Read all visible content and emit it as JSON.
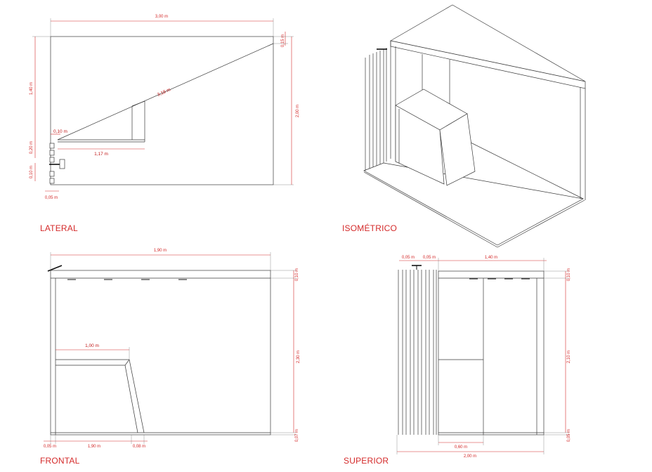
{
  "colors": {
    "line": "#3a3a3a",
    "dimension": "#d42a2a",
    "background": "#ffffff"
  },
  "views": {
    "lateral": {
      "title": "LATERAL",
      "dims": {
        "top": "3,00 m",
        "right_small": "0,15 m",
        "right_total": "2,00 m",
        "left": "1,40 m",
        "slope": "3,18 m",
        "edge": "0,10 m",
        "base": "1,17 m",
        "lower_a": "0,20 m",
        "lower_b": "0,10 m",
        "bottom": "0,05 m"
      }
    },
    "isometric": {
      "title": "ISOMÉTRICO"
    },
    "frontal": {
      "title": "FRONTAL",
      "dims": {
        "top": "1,90 m",
        "right_small": "0,10 m",
        "right_total": "2,30 m",
        "inner": "1,00 m",
        "right_bottom": "0,07 m",
        "bottom_a": "0,05 m",
        "bottom_b": "1,90 m",
        "bottom_c": "0,08 m"
      }
    },
    "superior": {
      "title": "SUPERIOR",
      "dims": {
        "top_a": "0,05 m",
        "top_b": "0,05 m",
        "top_c": "1,40 m",
        "right_small": "0,10 m",
        "right_total": "2,10 m",
        "right_bottom": "0,05 m",
        "bottom_a": "0,60 m",
        "bottom_b": "2,00 m"
      }
    }
  }
}
